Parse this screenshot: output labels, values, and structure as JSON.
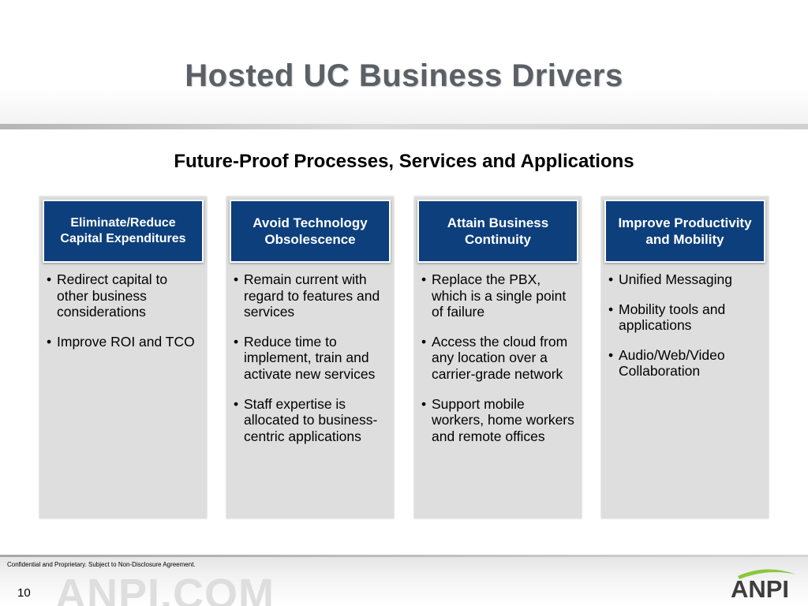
{
  "slide": {
    "title": "Hosted UC Business Drivers",
    "subtitle": "Future-Proof Processes, Services and Applications",
    "columns": [
      {
        "header": "Eliminate/Reduce Capital Expenditures",
        "bullets": [
          "Redirect capital to other business considerations",
          "Improve ROI and TCO"
        ]
      },
      {
        "header": "Avoid Technology Obsolescence",
        "bullets": [
          "Remain current with regard to features and services",
          "Reduce time to implement, train and activate new services",
          "Staff expertise is allocated to business-centric applications"
        ]
      },
      {
        "header": "Attain Business Continuity",
        "bullets": [
          "Replace the PBX, which is a single point of failure",
          "Access the cloud from any location over a carrier-grade network",
          "Support mobile workers, home workers and remote offices"
        ]
      },
      {
        "header": "Improve Productivity and Mobility",
        "bullets": [
          "Unified Messaging",
          "Mobility tools and applications",
          "Audio/Web/Video Collaboration"
        ]
      }
    ]
  },
  "footer": {
    "confidential": "Confidential and Proprietary. Subject to Non-Disclosure Agreement.",
    "page_number": "10",
    "watermark": "ANPI.COM",
    "logo_text": "ANPI"
  },
  "colors": {
    "header_blue": "#0d3f7c",
    "column_gray": "#dedede",
    "title_gray": "#5b6066",
    "logo_green": "#8dc63f"
  }
}
